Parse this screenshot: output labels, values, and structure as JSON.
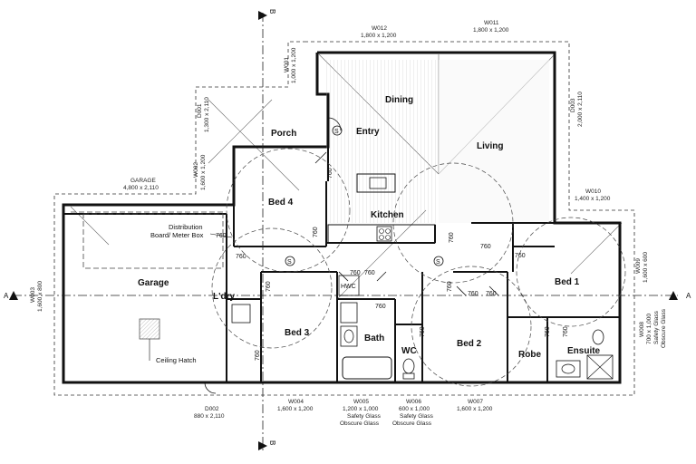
{
  "rooms": {
    "porch": "Porch",
    "entry": "Entry",
    "dining": "Dining",
    "living": "Living",
    "kitchen": "Kitchen",
    "bed4": "Bed 4",
    "garage": "Garage",
    "laundry": "L'dry",
    "bed3": "Bed 3",
    "bath": "Bath",
    "wc": "WC",
    "bed2": "Bed 2",
    "robe": "Robe",
    "ensuite": "Ensuite",
    "bed1": "Bed 1",
    "hwc": "HWC"
  },
  "labels": {
    "distribution_line1": "Distribution",
    "distribution_line2": "Board/ Meter Box",
    "ceiling_hatch": "Ceiling Hatch"
  },
  "section_marks": {
    "a": "A",
    "b": "B"
  },
  "openings": {
    "w012": {
      "id": "W012",
      "size": "1,800 x 1,200"
    },
    "w011": {
      "id": "W011",
      "size": "1,800 x 1,200"
    },
    "w001": {
      "id": "W001",
      "size": "1,000 x 1,200"
    },
    "d001": {
      "id": "D001",
      "size": "1,300 x 2,110"
    },
    "d003": {
      "id": "D003",
      "size": "2,000 x 2,110"
    },
    "w002": {
      "id": "W002",
      "size": "1,600 x 1,200"
    },
    "garage_door": {
      "id": "GARAGE",
      "size": "4,800 x 2,110"
    },
    "w010": {
      "id": "W010",
      "size": "1,400 x 1,200"
    },
    "w009": {
      "id": "W009",
      "size": "1,600 x 600"
    },
    "w003": {
      "id": "W003",
      "size": "1,600 x 800"
    },
    "w008": {
      "id": "W008",
      "size": "700 x 1,000",
      "note1": "Safety Glass",
      "note2": "Obscure Glass"
    },
    "d002": {
      "id": "D002",
      "size": "880 x 2,110"
    },
    "w004": {
      "id": "W004",
      "size": "1,600 x 1,200"
    },
    "w005": {
      "id": "W005",
      "size": "1,200 x 1,000",
      "note1": "Safety Glass",
      "note2": "Obscure Glass"
    },
    "w006": {
      "id": "W006",
      "size": "600 x 1,000",
      "note1": "Safety Glass",
      "note2": "Obscure Glass"
    },
    "w007": {
      "id": "W007",
      "size": "1,600 x 1,200"
    }
  },
  "door_widths": {
    "entry": "760",
    "bed4": "760",
    "kitchen": "760",
    "laundry_a": "760",
    "laundry_b": "760",
    "hall_a": "760",
    "hall_b": "760",
    "hwc": "760",
    "bath": "760",
    "wc": "760",
    "bed2_a": "760",
    "bed2_b": "760",
    "bed1_a": "760",
    "bed1_b": "760",
    "robe": "760",
    "ensuite": "760",
    "garage_int": "760",
    "bed3": "760"
  }
}
